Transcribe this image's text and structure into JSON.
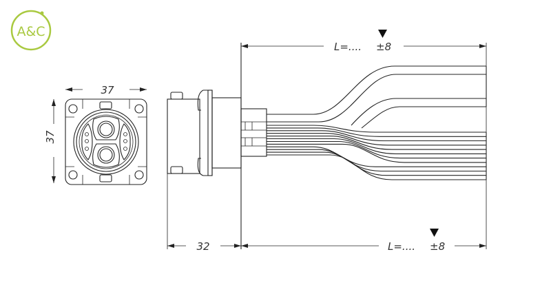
{
  "logo": {
    "text": "A&C",
    "color": "#a9c940"
  },
  "front_view": {
    "width_label": "37",
    "height_label": "37"
  },
  "side_view": {
    "length_label_top": "L=....",
    "tolerance_top": "±8",
    "length_label_bottom": "L=....",
    "tolerance_bottom": "±8",
    "connector_depth_label": "32"
  },
  "wire_count": 12
}
